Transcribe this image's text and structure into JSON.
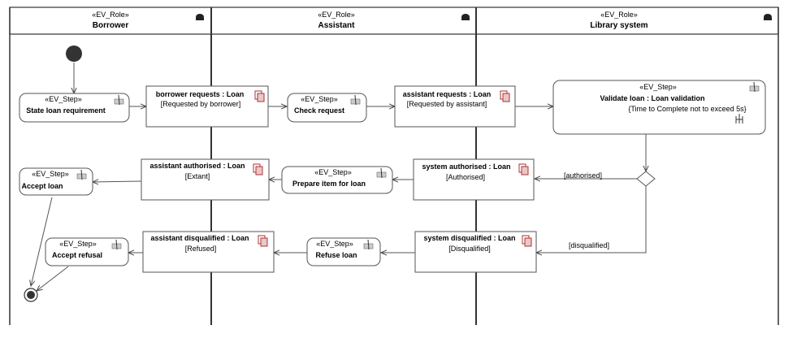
{
  "lanes": [
    {
      "stereotype": "«EV_Role»",
      "name": "Borrower"
    },
    {
      "stereotype": "«EV_Role»",
      "name": "Assistant"
    },
    {
      "stereotype": "«EV_Role»",
      "name": "Library system"
    }
  ],
  "actions": [
    {
      "id": "state-loan",
      "stereotype": "«EV_Step»",
      "name": "State loan requirement"
    },
    {
      "id": "check-request",
      "stereotype": "«EV_Step»",
      "name": "Check request"
    },
    {
      "id": "validate-loan",
      "stereotype": "«EV_Step»",
      "name": "Validate loan : Loan validation",
      "constraint": "{Time to Complete not to exceed 5s}"
    },
    {
      "id": "accept-loan",
      "stereotype": "«EV_Step»",
      "name": "Accept loan"
    },
    {
      "id": "prepare-item",
      "stereotype": "«EV_Step»",
      "name": "Prepare item for loan"
    },
    {
      "id": "accept-refusal",
      "stereotype": "«EV_Step»",
      "name": "Accept refusal"
    },
    {
      "id": "refuse-loan",
      "stereotype": "«EV_Step»",
      "name": "Refuse loan"
    }
  ],
  "objects": [
    {
      "id": "borrower-requests",
      "name": "borrower requests : Loan",
      "state": "[Requested by borrower]"
    },
    {
      "id": "assistant-requests",
      "name": "assistant requests : Loan",
      "state": "[Requested by assistant]"
    },
    {
      "id": "system-authorised",
      "name": "system authorised : Loan",
      "state": "[Authorised]"
    },
    {
      "id": "assistant-authorised",
      "name": "assistant authorised : Loan",
      "state": "[Extant]"
    },
    {
      "id": "system-disqualified",
      "name": "system disqualified : Loan",
      "state": "[Disqualified]"
    },
    {
      "id": "assistant-disqualified",
      "name": "assistant disqualified : Loan",
      "state": "[Refused]"
    }
  ],
  "guards": {
    "authorised": "[authorised]",
    "disqualified": "[disqualified]"
  },
  "colors": {
    "line": "#3a3a3a",
    "node_border": "#555555",
    "initial": "#333333",
    "object_icon": "#b03030"
  }
}
